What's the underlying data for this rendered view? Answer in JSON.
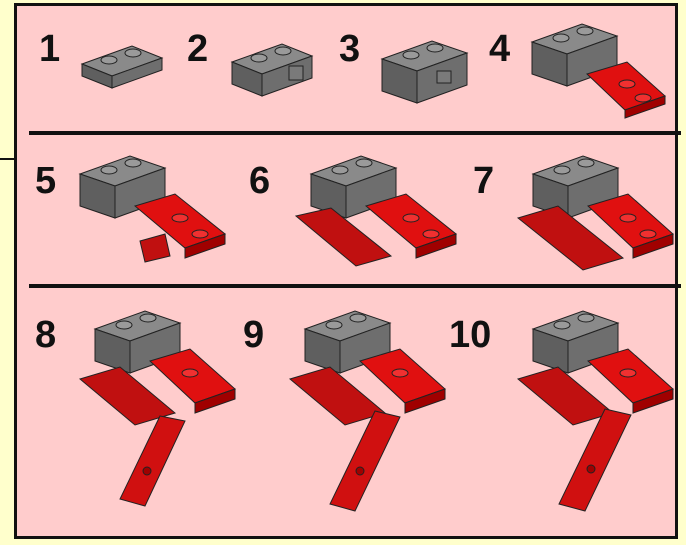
{
  "steps": [
    "1",
    "2",
    "3",
    "4",
    "5",
    "6",
    "7",
    "8",
    "9",
    "10"
  ],
  "colors": {
    "background": "#ffffcc",
    "panel": "#ffcccc",
    "border": "#111111",
    "gray_top": "#8a8a8a",
    "gray_side": "#5f5f5f",
    "red_top": "#e01010",
    "red_side": "#a00000"
  }
}
